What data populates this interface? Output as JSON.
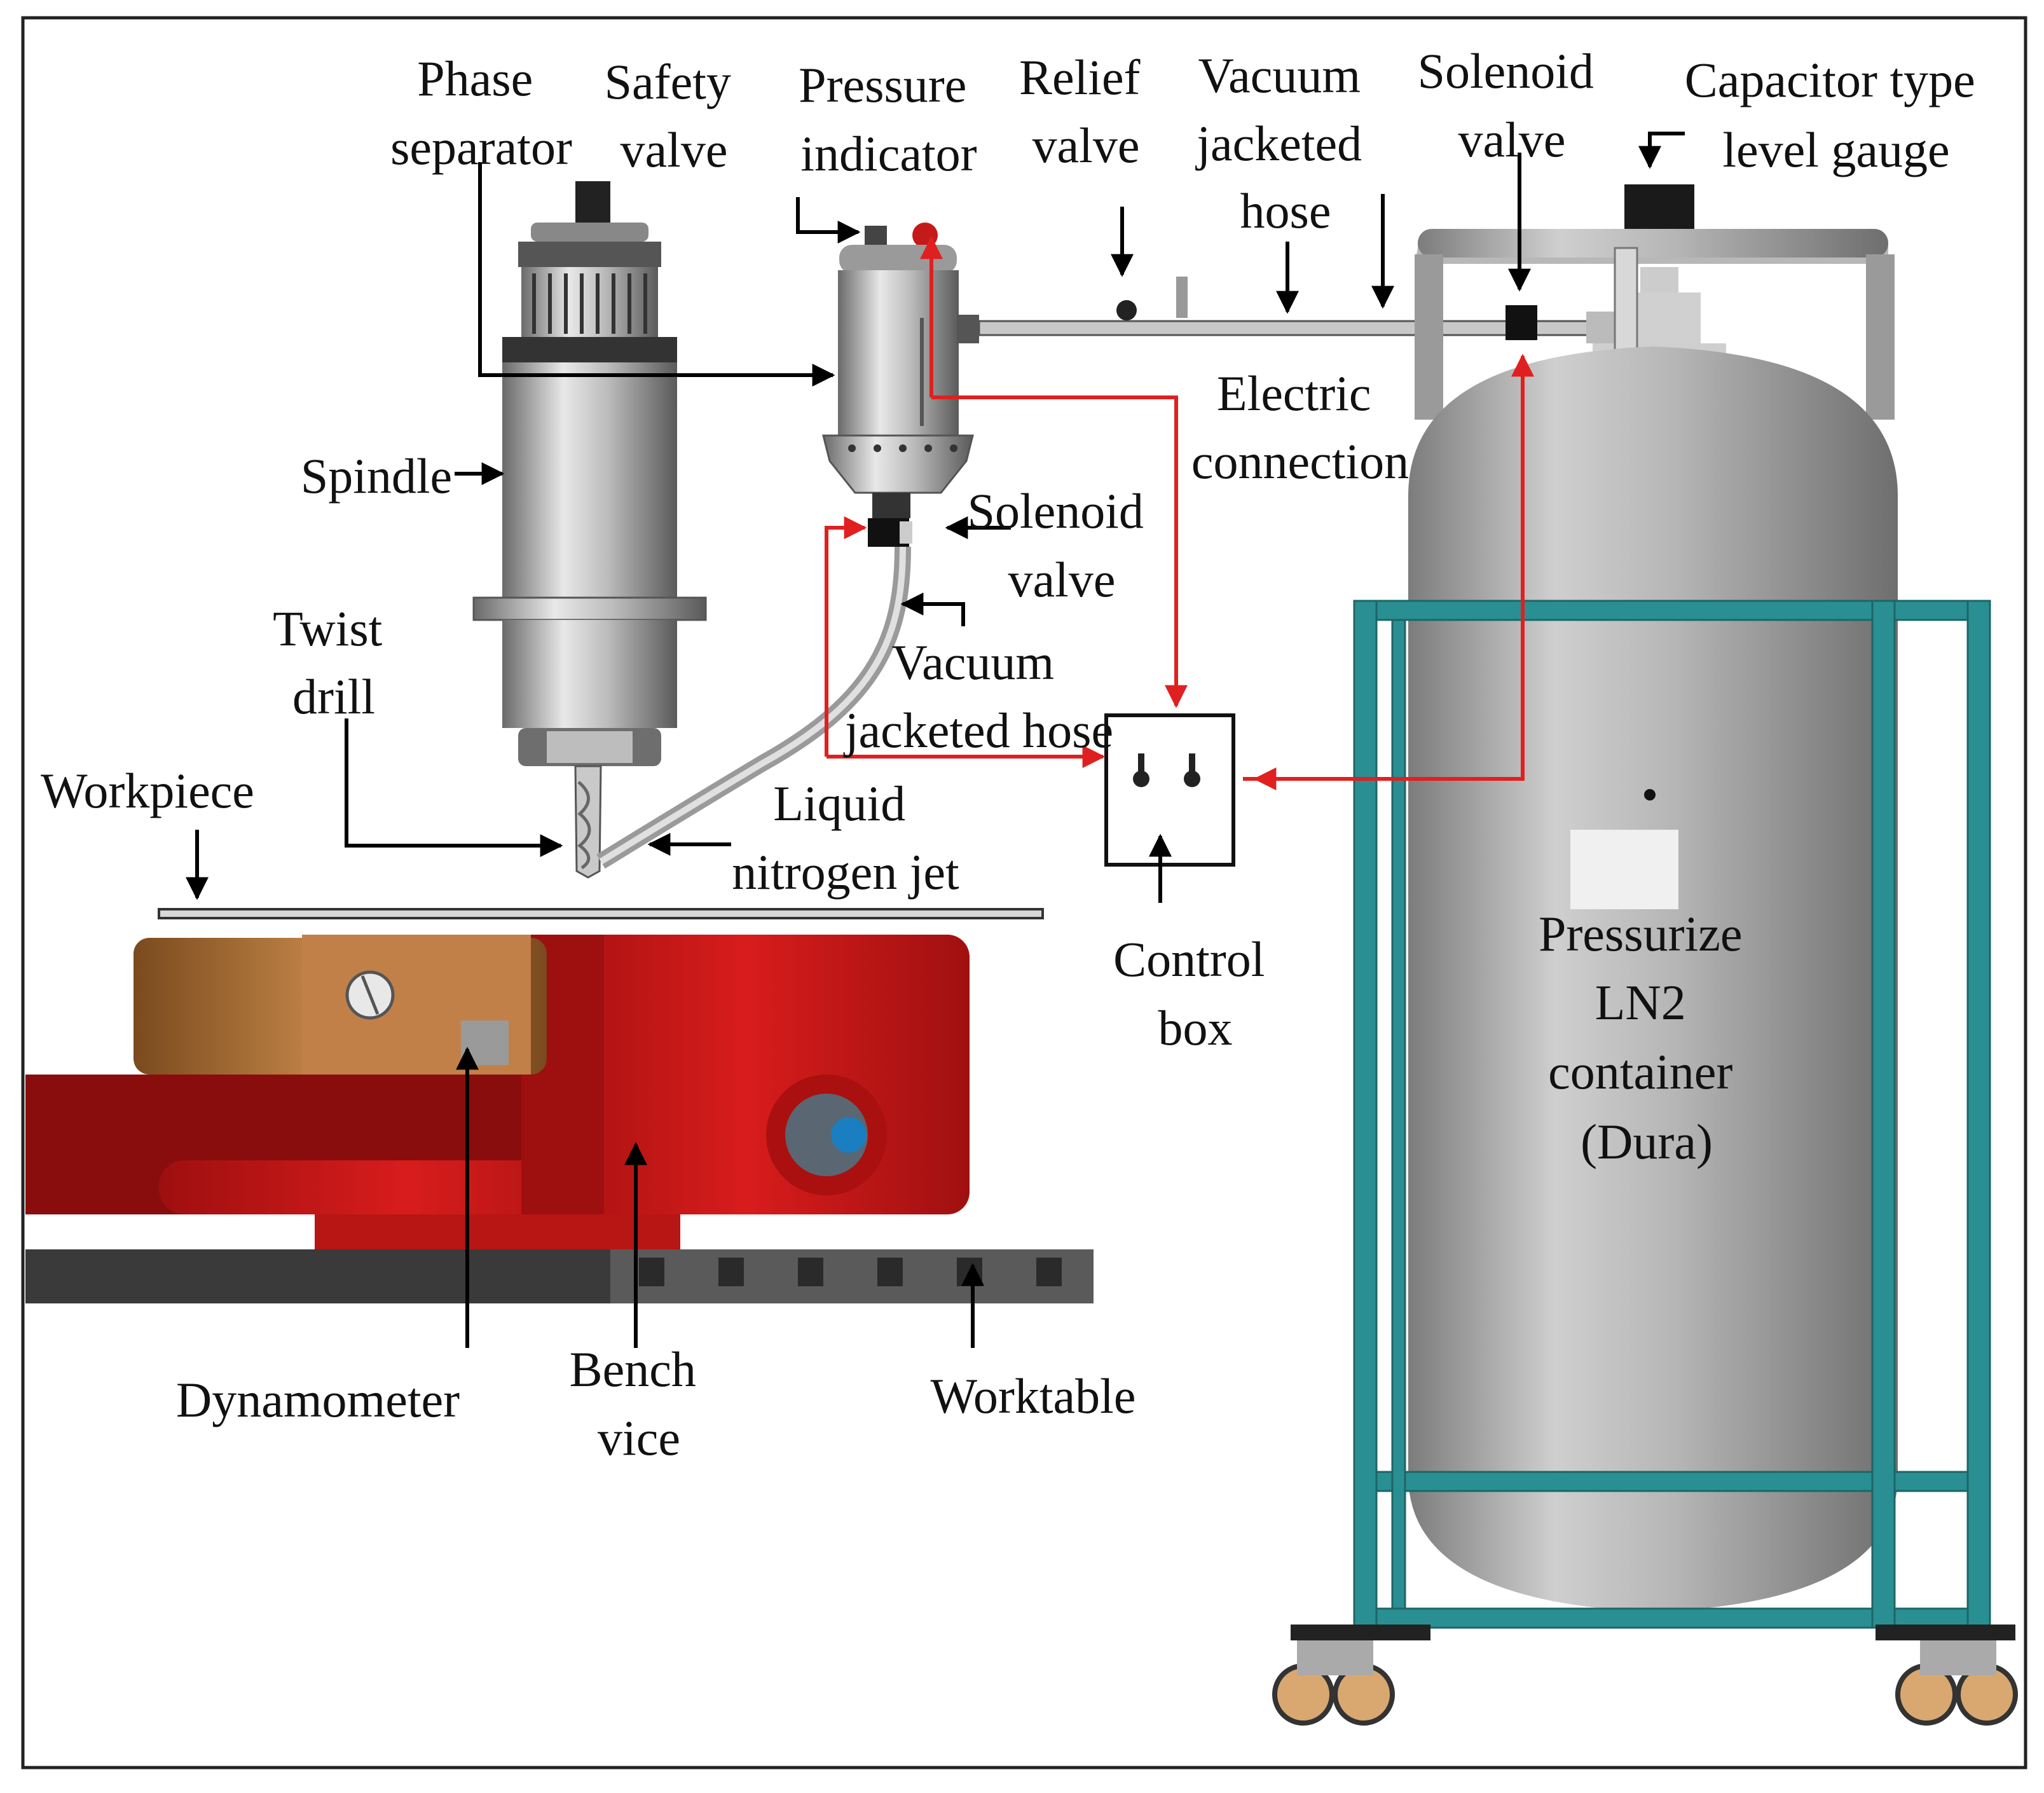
{
  "labels": {
    "phase_separator": [
      "Phase",
      "separator"
    ],
    "safety_valve": [
      "Safety",
      "valve"
    ],
    "pressure_indicator": [
      "Pressure",
      "indicator"
    ],
    "relief_valve": [
      "Relief",
      "valve"
    ],
    "vacuum_hose_top": [
      "Vacuum",
      "jacketed",
      "hose"
    ],
    "solenoid_valve_top": [
      "Solenoid",
      "valve"
    ],
    "capacitor_gauge": [
      "Capacitor type",
      "level gauge"
    ],
    "electric_connection": [
      "Electric",
      "connection"
    ],
    "spindle": [
      "Spindle"
    ],
    "solenoid_valve_mid": [
      "Solenoid",
      "valve"
    ],
    "vacuum_hose_mid": [
      "Vacuum",
      "jacketed hose"
    ],
    "twist_drill": [
      "Twist",
      "drill"
    ],
    "workpiece": [
      "Workpiece"
    ],
    "ln2_jet": [
      "Liquid",
      "nitrogen jet"
    ],
    "control_box": [
      "Control",
      "box"
    ],
    "container": [
      "Pressurize",
      "LN2",
      "container",
      "(Dura)"
    ],
    "dynamometer": [
      "Dynamometer"
    ],
    "bench_vice": [
      "Bench",
      "vice"
    ],
    "worktable": [
      "Worktable"
    ]
  },
  "colors": {
    "frame": "#2a8f92",
    "vice_red": "#c41616",
    "vice_dark": "#8a0d0d",
    "signal_line": "#e02020",
    "tank_metal": "#a8a8a8",
    "bronze": "#b87333"
  }
}
